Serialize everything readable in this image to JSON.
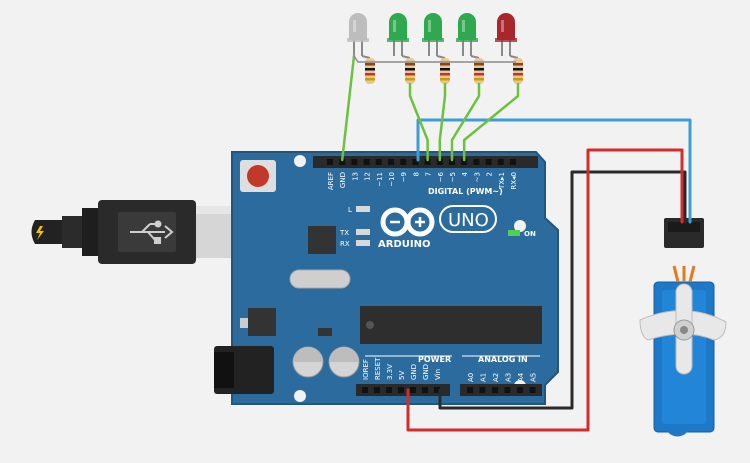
{
  "board": {
    "brand": "ARDUINO",
    "model": "UNO",
    "digital_header": "DIGITAL (PWM~)",
    "power_header": "POWER",
    "analog_header": "ANALOG IN",
    "on_label": "ON",
    "led_labels": {
      "l": "L",
      "tx": "TX",
      "rx": "RX"
    },
    "digital_pins": [
      "AREF",
      "GND",
      "13",
      "12",
      "~11",
      "~10",
      "~9",
      "8",
      "7",
      "~6",
      "~5",
      "4",
      "~3",
      "2",
      "TX▸1",
      "RX◂0"
    ],
    "power_pins": [
      "IOREF",
      "RESET",
      "3.3V",
      "5V",
      "GND",
      "GND",
      "Vin"
    ],
    "analog_pins": [
      "A0",
      "A1",
      "A2",
      "A3",
      "A4",
      "A5"
    ]
  },
  "leds": [
    {
      "color": "#bdbdbd",
      "pin": "GND"
    },
    {
      "color": "#2fa84f",
      "pin": "7"
    },
    {
      "color": "#2fa84f",
      "pin": "~6"
    },
    {
      "color": "#2fa84f",
      "pin": "~5"
    },
    {
      "color": "#a8272f",
      "pin": "4"
    }
  ],
  "wires": {
    "led_wire_color": "#6bc23c",
    "signal_wire_color": "#3a9fd6",
    "power_wire_color": "#d62b2b",
    "ground_wire_color": "#2a2a2a"
  },
  "colors": {
    "board": "#2c6b9e",
    "board_dark": "#23557d",
    "servo_body": "#1e78c8",
    "background": "#f2f2f2"
  }
}
